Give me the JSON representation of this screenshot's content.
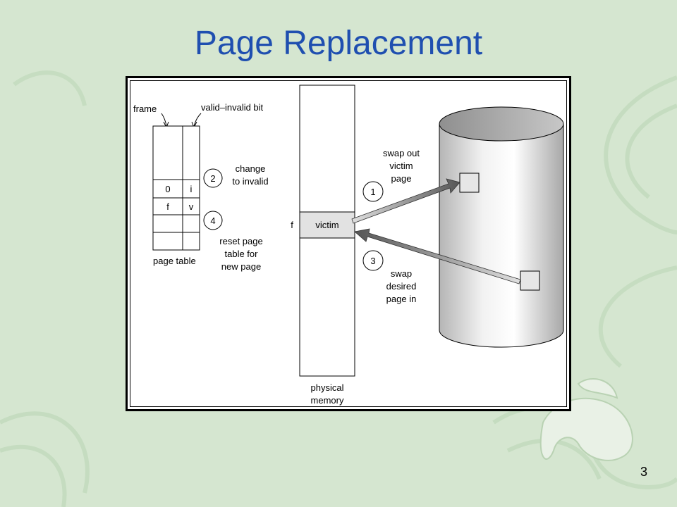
{
  "slide": {
    "title": "Page Replacement",
    "page_number": "3",
    "background_color": "#d5e6d0",
    "title_color": "#1f4fb0"
  },
  "diagram": {
    "page_table": {
      "label": "page table",
      "frame_label": "frame",
      "valid_bit_label": "valid–invalid bit",
      "rows": [
        {
          "frame": "0",
          "bit": "i"
        },
        {
          "frame": "f",
          "bit": "v"
        }
      ]
    },
    "physical_memory": {
      "label_line1": "physical",
      "label_line2": "memory",
      "victim_label": "victim",
      "frame_marker": "f"
    },
    "steps": [
      {
        "number": "1",
        "lines": [
          "swap out",
          "victim",
          "page"
        ]
      },
      {
        "number": "2",
        "lines": [
          "change",
          "to invalid"
        ]
      },
      {
        "number": "3",
        "lines": [
          "swap",
          "desired",
          "page in"
        ]
      },
      {
        "number": "4",
        "lines": [
          "reset page",
          "table for",
          "new page"
        ]
      }
    ]
  }
}
